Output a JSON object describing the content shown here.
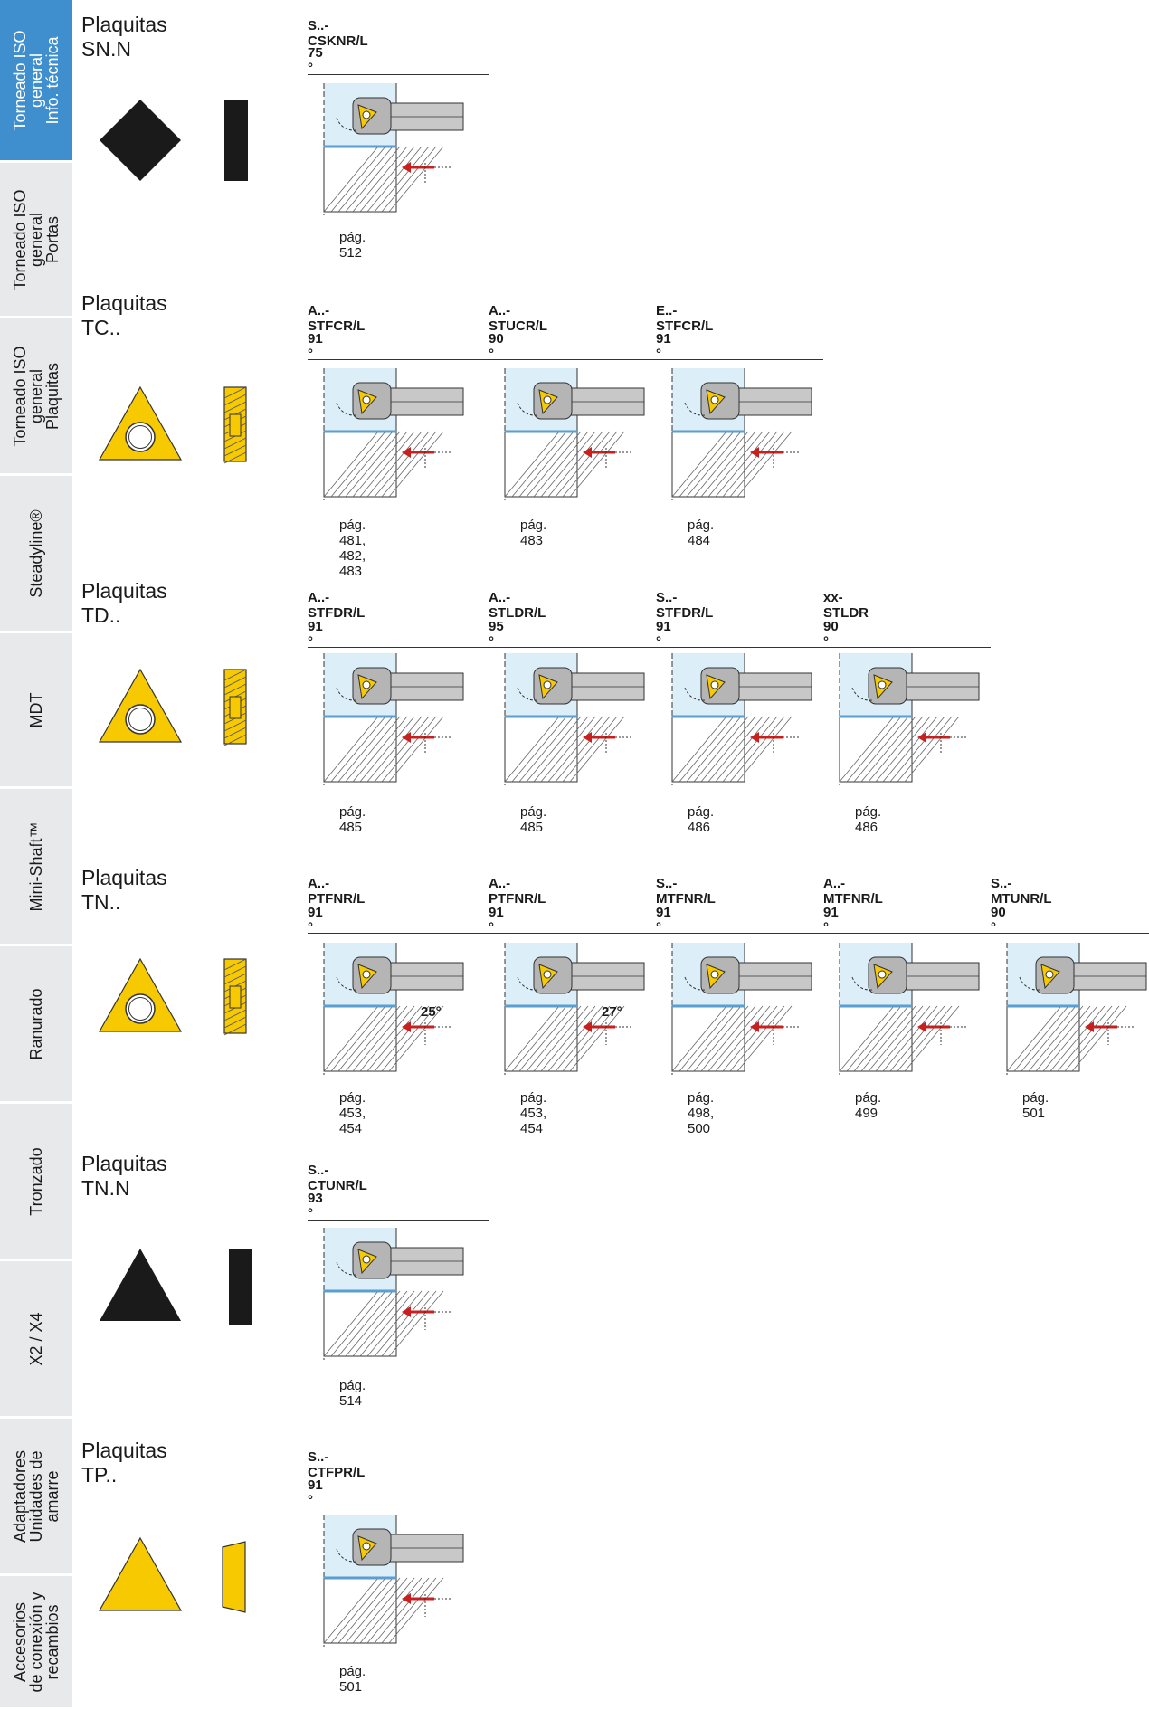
{
  "sidebar": {
    "tabs": [
      {
        "label": "Torneado ISO\ngeneral\nInfo. técnica",
        "active": true
      },
      {
        "label": "Torneado ISO\ngeneral\nPortas",
        "active": false
      },
      {
        "label": "Torneado ISO\ngeneral\nPlaquitas",
        "active": false
      },
      {
        "label": "Steadyline®",
        "active": false
      },
      {
        "label": "MDT",
        "active": false
      },
      {
        "label": "Mini-Shaft™",
        "active": false
      },
      {
        "label": "Ranurado",
        "active": false
      },
      {
        "label": "Tronzado",
        "active": false
      },
      {
        "label": "X2 / X4",
        "active": false
      },
      {
        "label": "Adaptadores\nUnidades de\namarre",
        "active": false
      },
      {
        "label": "Accesorios\nde conexión y\nrecambios",
        "active": false
      }
    ]
  },
  "colors": {
    "accent": "#3f8fcf",
    "insert_yellow": "#f7c900",
    "insert_black": "#1a1a1a",
    "arrow_red": "#c8201e",
    "workpiece_blue": "#dceef7"
  },
  "groups": [
    {
      "title": "Plaquitas SN.N",
      "insert_shape": "square-black",
      "holders": [
        {
          "code": "S..-CSKNR/L",
          "angle": "75 °",
          "page": "pág. 512"
        }
      ]
    },
    {
      "title": "Plaquitas TC..",
      "insert_shape": "triangle-yellow-hole",
      "holders": [
        {
          "code": "A..-STFCR/L",
          "angle": "91 °",
          "page": "pág. 481, 482, 483"
        },
        {
          "code": "A..-STUCR/L",
          "angle": "90 °",
          "page": "pág. 483"
        },
        {
          "code": "E..-STFCR/L",
          "angle": "91 °",
          "page": "pág. 484"
        }
      ]
    },
    {
      "title": "Plaquitas TD..",
      "insert_shape": "triangle-yellow-hole",
      "holders": [
        {
          "code": "A..-STFDR/L",
          "angle": "91 °",
          "page": "pág. 485"
        },
        {
          "code": "A..-STLDR/L",
          "angle": "95 °",
          "page": "pág. 485"
        },
        {
          "code": "S..-STFDR/L",
          "angle": "91 °",
          "page": "pág. 486"
        },
        {
          "code": "xx-STLDR",
          "angle": "90 °",
          "page": "pág. 486"
        }
      ]
    },
    {
      "title": "Plaquitas TN..",
      "insert_shape": "triangle-yellow-hole",
      "holders": [
        {
          "code": "A..-PTFNR/L",
          "angle": "91 °",
          "page": "pág. 453, 454",
          "extra": "25°"
        },
        {
          "code": "A..-PTFNR/L",
          "angle": "91 °",
          "page": "pág. 453, 454",
          "extra": "27°"
        },
        {
          "code": "S..-MTFNR/L",
          "angle": "91 °",
          "page": "pág. 498, 500"
        },
        {
          "code": "A..-MTFNR/L",
          "angle": "91 °",
          "page": "pág. 499"
        },
        {
          "code": "S..-MTUNR/L",
          "angle": "90 °",
          "page": "pág. 501"
        }
      ]
    },
    {
      "title": "Plaquitas TN.N",
      "insert_shape": "triangle-black",
      "holders": [
        {
          "code": "S..-CTUNR/L",
          "angle": "93 °",
          "page": "pág. 514"
        }
      ]
    },
    {
      "title": "Plaquitas TP..",
      "insert_shape": "triangle-yellow",
      "holders": [
        {
          "code": "S..-CTFPR/L",
          "angle": "91 °",
          "page": "pág. 501"
        }
      ]
    }
  ]
}
